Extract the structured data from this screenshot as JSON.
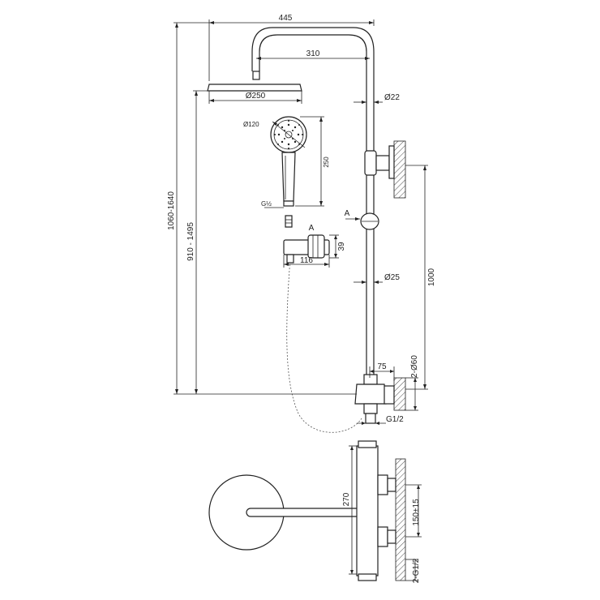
{
  "dimensions": {
    "overall_width": "445",
    "arm_length": "310",
    "head_diameter": "Ø250",
    "riser_diameter": "Ø22",
    "hand_diameter": "Ø120",
    "hand_length": "250",
    "hose_thread": "G½",
    "section_mark": "A",
    "section_mark_arrow": "A",
    "holder_height": "39",
    "holder_width": "116",
    "lower_diameter": "Ø25",
    "bar_length": "1000",
    "total_height": "1060-1640",
    "head_height": "910 - 1495",
    "mixer_offset": "75",
    "flange_diameter": "2-Ø60",
    "outlet_thread": "G1/2",
    "mixer_height": "270",
    "inlet_spacing": "150±15",
    "inlet_thread": "2-G1/2"
  }
}
